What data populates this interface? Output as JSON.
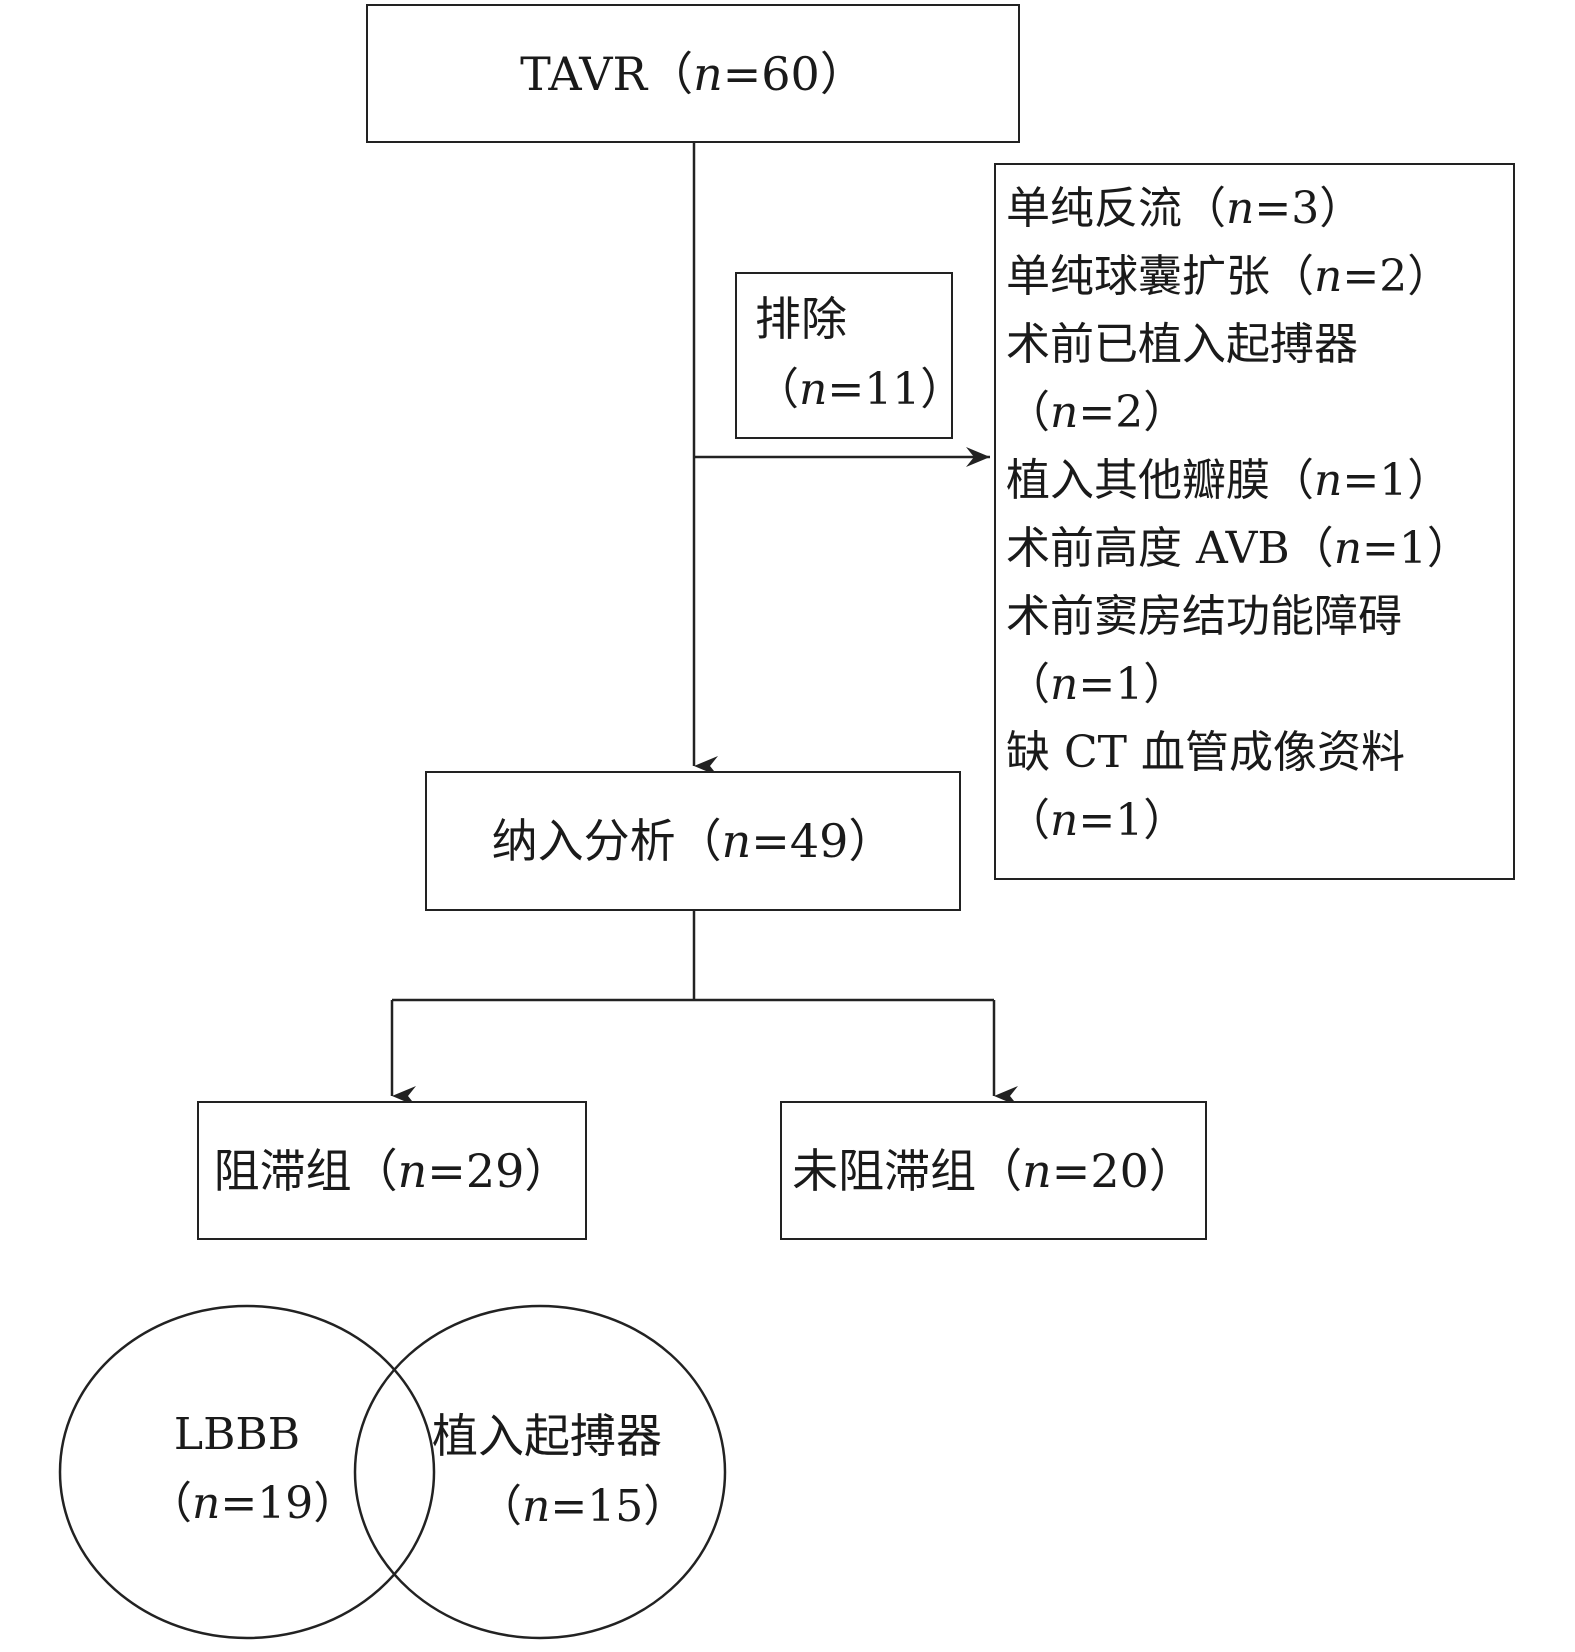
{
  "nodes": {
    "top": {
      "text": "TAVR（",
      "n": "n",
      "rest": "=60）"
    },
    "exclude": {
      "line1": "排除",
      "line2_open": "（",
      "n": "n",
      "line2_rest": "=11）"
    },
    "included": {
      "text": "纳入分析（",
      "n": "n",
      "rest": "=49）"
    },
    "block_group": {
      "text": "阻滞组（",
      "n": "n",
      "rest": "=29）"
    },
    "no_block_group": {
      "text": "未阻滞组（",
      "n": "n",
      "rest": "=20）"
    }
  },
  "exclusion_reasons": [
    {
      "pre": "单纯反流（",
      "n": "n",
      "post": "=3）"
    },
    {
      "pre": "单纯球囊扩张（",
      "n": "n",
      "post": "=2）"
    },
    {
      "pre": "术前已植入起搏器",
      "n": "",
      "post": ""
    },
    {
      "pre": "（",
      "n": "n",
      "post": "=2）"
    },
    {
      "pre": "植入其他瓣膜（",
      "n": "n",
      "post": "=1）"
    },
    {
      "pre": "术前高度 AVB（",
      "n": "n",
      "post": "=1）"
    },
    {
      "pre": "术前窦房结功能障碍",
      "n": "",
      "post": ""
    },
    {
      "pre": "（",
      "n": "n",
      "post": "=1）"
    },
    {
      "pre": "缺 CT 血管成像资料",
      "n": "",
      "post": ""
    },
    {
      "pre": "（",
      "n": "n",
      "post": "=1）"
    }
  ],
  "venn": {
    "left": {
      "line1": "LBBB",
      "open": "（",
      "n": "n",
      "rest": "=19）"
    },
    "right": {
      "line1": "植入起搏器",
      "open": "（",
      "n": "n",
      "rest": "=15）"
    }
  }
}
